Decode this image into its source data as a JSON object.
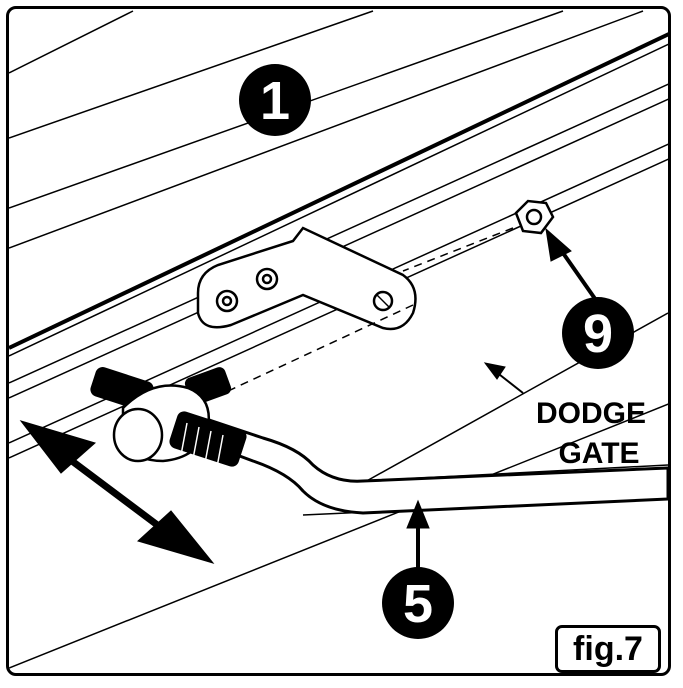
{
  "callouts": {
    "c1": "1",
    "c5": "5",
    "c9": "9"
  },
  "labels": {
    "line1": "DODGE",
    "line2": "GATE"
  },
  "figure_label": "fig.7",
  "colors": {
    "ink": "#000000",
    "paper": "#ffffff"
  }
}
